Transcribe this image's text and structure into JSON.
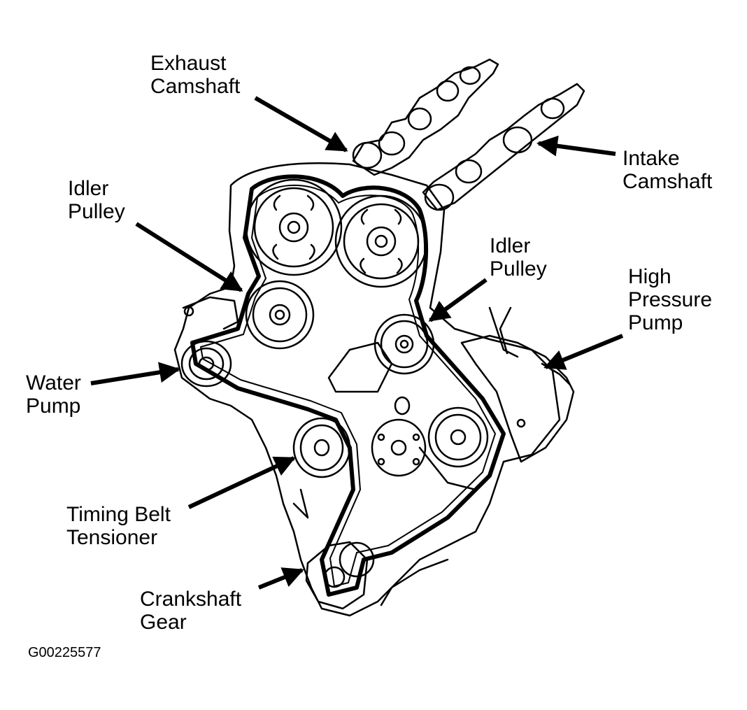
{
  "labels": {
    "exhaust_camshaft": [
      "Exhaust",
      "Camshaft"
    ],
    "intake_camshaft": [
      "Intake",
      "Camshaft"
    ],
    "idler_pulley_left": [
      "Idler",
      "Pulley"
    ],
    "idler_pulley_right": [
      "Idler",
      "Pulley"
    ],
    "high_pressure_pump": [
      "High",
      "Pressure",
      "Pump"
    ],
    "water_pump": [
      "Water",
      "Pump"
    ],
    "timing_belt_tensioner": [
      "Timing Belt",
      "Tensioner"
    ],
    "crankshaft_gear": [
      "Crankshaft",
      "Gear"
    ]
  },
  "figure_id": "G00225577",
  "colors": {
    "ink": "#000000",
    "paper": "#ffffff"
  }
}
